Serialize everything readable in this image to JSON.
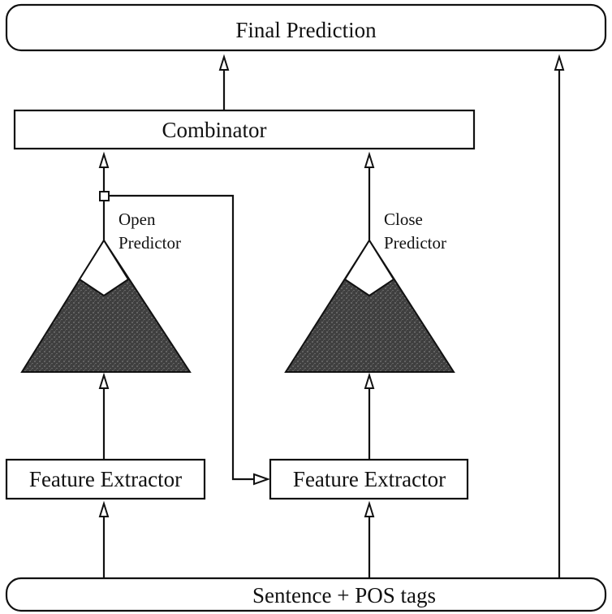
{
  "diagram": {
    "final_prediction": "Final Prediction",
    "combinator": "Combinator",
    "open_predictor": [
      "Open",
      "Predictor"
    ],
    "close_predictor": [
      "Close",
      "Predictor"
    ],
    "feature_extractor_left": "Feature Extractor",
    "feature_extractor_right": "Feature Extractor",
    "input": "Sentence + POS tags"
  },
  "colors": {
    "tree_fill": "#4a4a4a",
    "stroke": "#111111",
    "background": "#ffffff"
  }
}
